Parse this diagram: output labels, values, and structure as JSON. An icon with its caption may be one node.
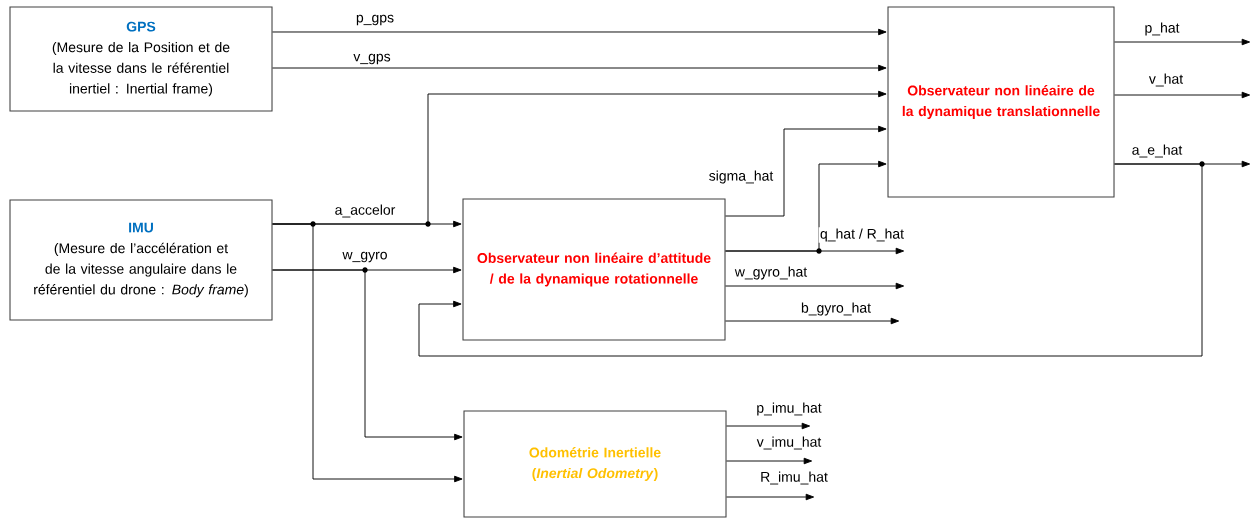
{
  "diagram": {
    "nodes": [
      {
        "text": [
          "GPS",
          "(Mesure de la Position et de la vitesse dans le référentiel inertiel : Inertial frame)"
        ]
      },
      {
        "text": [
          "Observateur non linéaire de la dynamique translationnelle"
        ]
      },
      {
        "text": [
          "IMU",
          "(Mesure de l’accélération et de la vitesse angulaire dans le référentiel du drone : *Body frame*)"
        ]
      },
      {
        "text": [
          "Observateur non linéaire d’attitude / de la dynamique rotationnelle"
        ]
      },
      {
        "text": [
          "Odométrie Inertielle (*Inertial Odometry*)"
        ]
      }
    ],
    "edges": [
      {
        "from": 0,
        "to": 1,
        "arrow": "to",
        "label": "p_gps"
      },
      {
        "from": 0,
        "to": 1,
        "arrow": "to",
        "label": "v_gps"
      },
      {
        "from": 2,
        "to": 3,
        "arrow": "to",
        "label": "a_accelor"
      },
      {
        "from": 2,
        "to": 1,
        "arrow": "to"
      },
      {
        "from": 2,
        "to": 4,
        "arrow": "to"
      },
      {
        "from": 2,
        "to": 3,
        "arrow": "to",
        "label": "w_gyro"
      },
      {
        "from": 2,
        "to": 4,
        "arrow": "to"
      },
      {
        "from": 3,
        "to": 1,
        "arrow": "to",
        "label": "sigma_hat"
      },
      {
        "from": 3,
        "to": null,
        "arrow": "to",
        "label": "q_hat / R_hat"
      },
      {
        "from": 3,
        "to": 1,
        "arrow": "to"
      },
      {
        "from": 3,
        "to": null,
        "arrow": "to",
        "label": "w_gyro_hat"
      },
      {
        "from": 3,
        "to": null,
        "arrow": "to",
        "label": "b_gyro_hat"
      },
      {
        "from": 1,
        "to": null,
        "arrow": "to",
        "label": "p_hat"
      },
      {
        "from": 1,
        "to": null,
        "arrow": "to",
        "label": "v_hat"
      },
      {
        "from": 1,
        "to": null,
        "arrow": "to",
        "label": "a_e_hat"
      },
      {
        "from": 1,
        "to": 3,
        "arrow": "to"
      },
      {
        "from": 4,
        "to": null,
        "arrow": "to",
        "label": "p_imu_hat"
      },
      {
        "from": 4,
        "to": null,
        "arrow": "to",
        "label": "v_imu_hat"
      },
      {
        "from": 4,
        "to": null,
        "arrow": "to",
        "label": "R_imu_hat"
      }
    ]
  }
}
